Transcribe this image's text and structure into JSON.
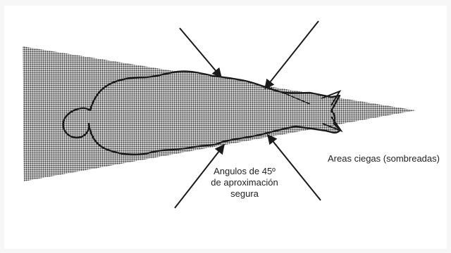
{
  "labels": {
    "blind_areas": "Areas ciegas (sombreadas)",
    "approach_line1": "Angulos de 45º",
    "approach_line2": "de aproximación",
    "approach_line3": "segura"
  },
  "colors": {
    "shade": "#555555",
    "outline": "#1a1a1a",
    "arrow": "#1a1a1a",
    "background": "#ffffff"
  },
  "icons": {
    "animal": "horse-top-view-icon",
    "arrow": "approach-arrow-icon"
  }
}
